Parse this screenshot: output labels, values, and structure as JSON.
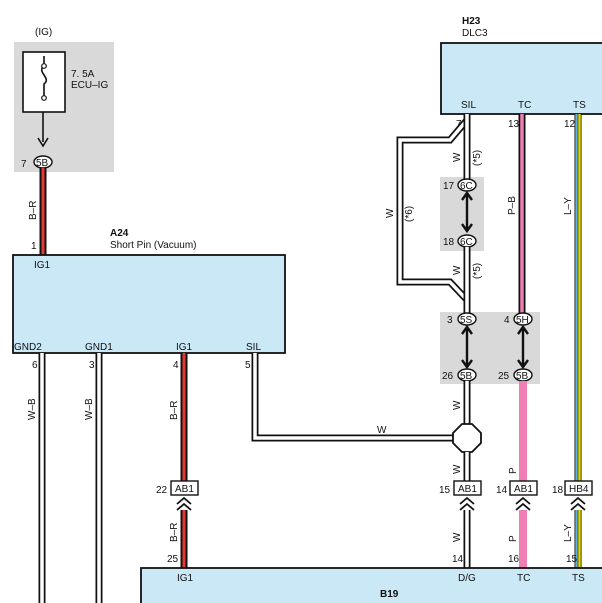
{
  "ig_source": {
    "label": "(IG)",
    "fuse_rating": "7. 5A",
    "fuse_name": "ECU–IG"
  },
  "h23": {
    "code": "H23",
    "name": "DLC3",
    "pins": {
      "sil": "SIL",
      "tc": "TC",
      "ts": "TS"
    },
    "pin_nums": {
      "sil": "7",
      "tc": "13",
      "ts": "12"
    }
  },
  "a24": {
    "code": "A24",
    "name": "Short Pin (Vacuum)",
    "top_pin_num": "1",
    "top_pin": "IG1",
    "bottom_pins": {
      "gnd2": "GND2",
      "gnd1": "GND1",
      "ig1": "IG1",
      "sil": "SIL"
    },
    "bottom_pin_nums": {
      "gnd2": "6",
      "gnd1": "3",
      "ig1": "4",
      "sil": "5"
    }
  },
  "b19": {
    "code": "B19",
    "pins": {
      "ig1": "IG1",
      "dg": "D/G",
      "tc": "TC",
      "ts": "TS"
    },
    "pin_nums": {
      "ig1": "25",
      "dg": "14",
      "tc": "16",
      "ts": "15"
    }
  },
  "junctions": {
    "j_5b_top": {
      "num": "7",
      "code": "5B"
    },
    "j_6c_17": {
      "num": "17",
      "code": "6C"
    },
    "j_6c_18": {
      "num": "18",
      "code": "6C"
    },
    "j_5s": {
      "num": "3",
      "code": "5S"
    },
    "j_5h": {
      "num": "4",
      "code": "5H"
    },
    "j_5b_26": {
      "num": "26",
      "code": "5B"
    },
    "j_5b_25": {
      "num": "25",
      "code": "5B"
    }
  },
  "connectors": {
    "ab1_22": {
      "num": "22",
      "code": "AB1"
    },
    "ab1_15": {
      "num": "15",
      "code": "AB1"
    },
    "ab1_14": {
      "num": "14",
      "code": "AB1"
    },
    "hb4_18": {
      "num": "18",
      "code": "HB4"
    }
  },
  "wire_colors": {
    "b_r": "B–R",
    "w_b": "W–B",
    "w": "W",
    "p_b": "P–B",
    "l_y": "L–Y",
    "p": "P"
  },
  "notes": {
    "n5": "(*5)",
    "n6": "(*6)"
  },
  "colors": {
    "box_fill": "#cbe8f6",
    "shade": "#d9d9d9",
    "red": "#e53935",
    "pink": "#ef7fb2",
    "blue": "#5fb3e0",
    "yellow": "#e8d800"
  }
}
